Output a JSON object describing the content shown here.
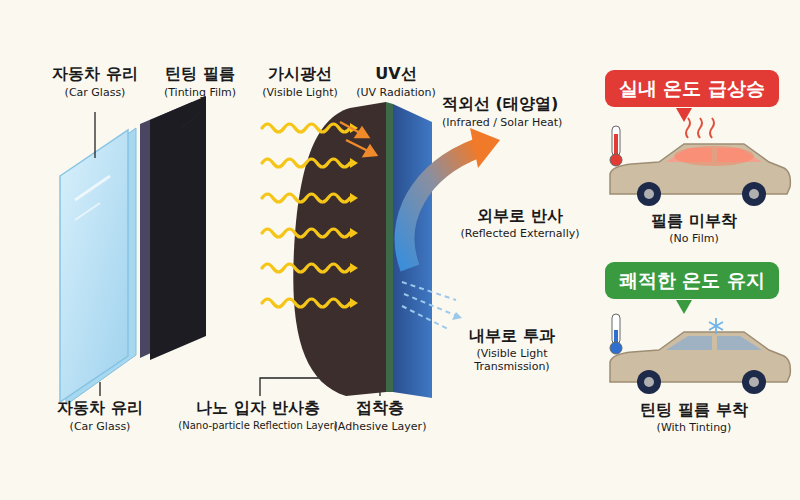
{
  "diagram": {
    "nodes": [
      {
        "text": [
          "실내 온도 급상승"
        ]
      },
      {
        "text": [
          "쾌적한 온도 유지"
        ]
      }
    ],
    "labels": [
      "자동차 유리",
      "(Car Glass)",
      "틴팅 필름",
      "(Tinting Film)",
      "가시광선",
      "(Visible Light)",
      "UV선",
      "(UV Radiation)",
      "적외선 (태양열)",
      "(Infrared / Solar Heat)",
      "외부로 반사",
      "(Reflected Externally)",
      "내부로 투과",
      "(Visible Light Transmission)",
      "자동차 유리",
      "(Car Glass)",
      "나노 입자 반사층",
      "(Nano-particle Reflection Layer)",
      "접착층",
      "(Adhesive Layer)",
      "필름 미부착",
      "(No Film)",
      "틴팅 필름 부착",
      "(With Tinting)"
    ]
  }
}
